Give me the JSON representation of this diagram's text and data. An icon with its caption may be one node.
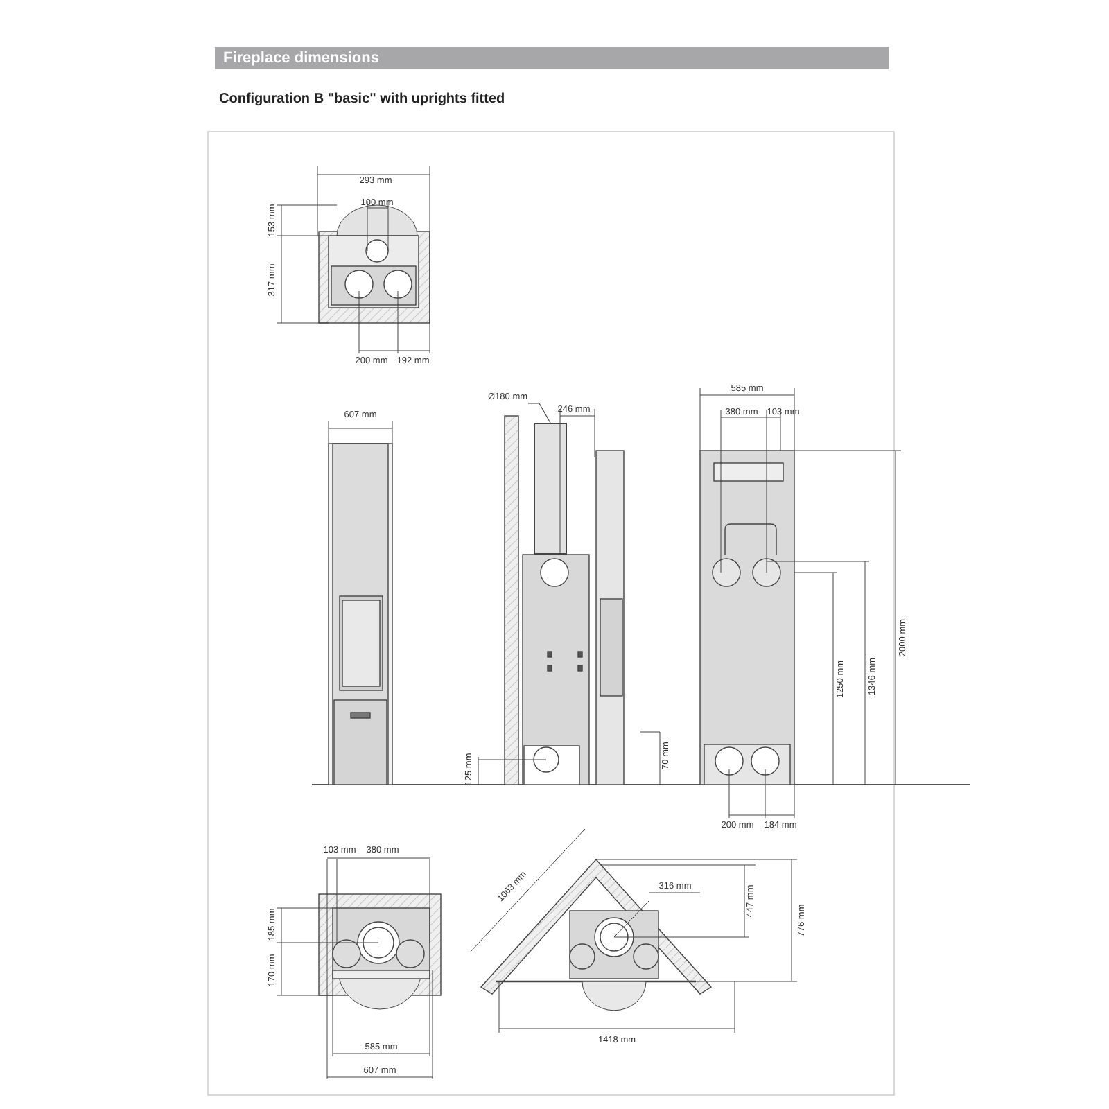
{
  "diagram": {
    "title": "Fireplace dimensions",
    "nodes": [
      {
        "text": [
          "Ø180 mm"
        ]
      },
      {
        "text": [],
        "shape": "bar"
      }
    ],
    "edges": [
      {
        "from": 0,
        "to": 1,
        "arrow": "none"
      }
    ],
    "labels": [
      "Configuration B \"basic\" with uprights fitted",
      "293 mm",
      "100 mm",
      "153 mm",
      "317 mm",
      "200 mm",
      "192 mm",
      "607 mm",
      "246 mm",
      "585 mm",
      "380 mm",
      "103 mm",
      "1250 mm",
      "1346 mm",
      "2000 mm",
      "125 mm",
      "70 mm",
      "200 mm",
      "184 mm",
      "103 mm",
      "380 mm",
      "185 mm",
      "170 mm",
      "1063 mm",
      "316 mm",
      "447 mm",
      "776 mm",
      "585 mm",
      "607 mm",
      "1418 mm"
    ]
  }
}
